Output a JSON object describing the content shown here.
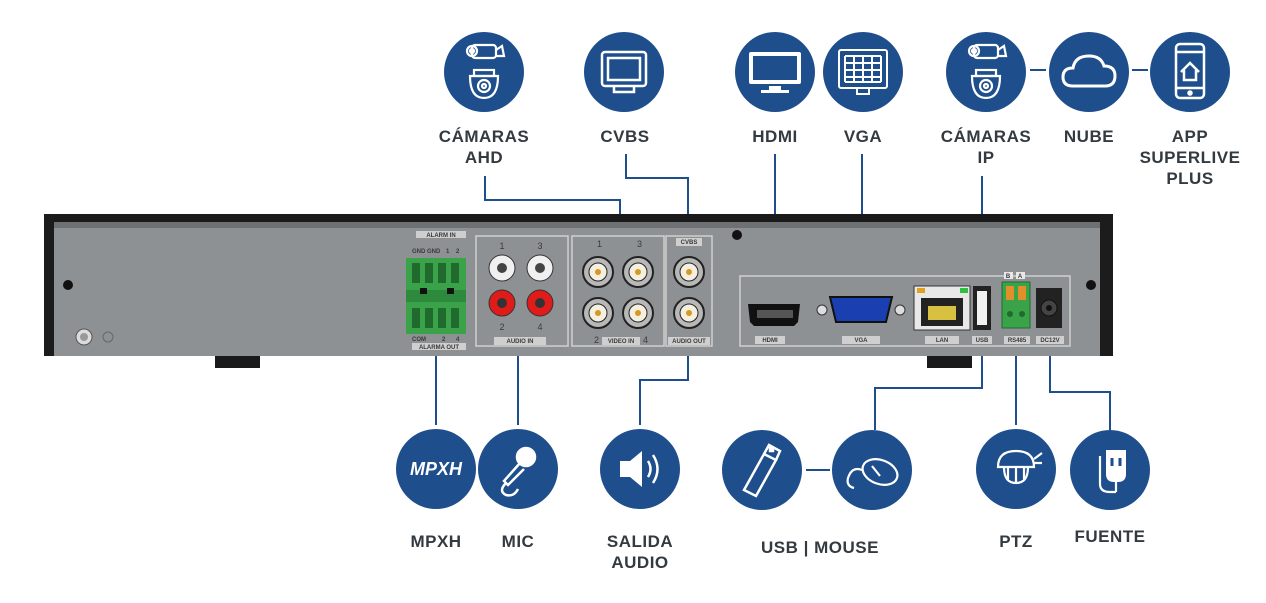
{
  "colors": {
    "icon_circle": "#1e4e8c",
    "connector_line": "#1e4e8c",
    "label_text": "#333a40",
    "panel_gray": "#8a8d90",
    "chassis_dark": "#1a1a1a"
  },
  "top_labels": {
    "camaras_ahd": [
      "CÁMARAS",
      "AHD"
    ],
    "cvbs": [
      "CVBS"
    ],
    "hdmi": [
      "HDMI"
    ],
    "vga": [
      "VGA"
    ],
    "camaras_ip": [
      "CÁMARAS",
      "IP"
    ],
    "nube": [
      "NUBE"
    ],
    "app": [
      "APP",
      "SUPERLIVE",
      "PLUS"
    ]
  },
  "bottom_labels": {
    "mpxh": [
      "MPXH"
    ],
    "mic": [
      "MIC"
    ],
    "salida_audio": [
      "SALIDA",
      "AUDIO"
    ],
    "usb_mouse": [
      "USB | MOUSE"
    ],
    "ptz": [
      "PTZ"
    ],
    "fuente": [
      "FUENTE"
    ]
  },
  "icons": {
    "camaras_ahd": "cctv-camera-icon",
    "cvbs": "crt-monitor-icon",
    "hdmi": "flat-monitor-icon",
    "vga": "grid-monitor-icon",
    "camaras_ip": "ip-camera-icon",
    "nube": "cloud-icon",
    "app": "smartphone-icon",
    "mpxh": "mpxh-logo-icon",
    "mic": "microphone-icon",
    "salida_audio": "speaker-icon",
    "usb": "usb-drive-icon",
    "mouse": "mouse-icon",
    "ptz": "ptz-camera-icon",
    "fuente": "power-adapter-icon",
    "mpxh_logo_text": "MPXH"
  },
  "panel_labels": {
    "alarm_in": "ALARM IN",
    "alarm_in_pins": [
      "GND",
      "GND",
      "1",
      "2"
    ],
    "alarma_out": "ALARMA OUT",
    "alarma_out_pins": [
      "COM",
      "",
      "2",
      "4"
    ],
    "audio_in": "AUDIO IN",
    "audio_in_numbers": [
      "1",
      "3",
      "2",
      "4"
    ],
    "video_in": "VIDEO IN",
    "video_in_numbers": [
      "1",
      "3",
      "2",
      "4"
    ],
    "cvbs": "CVBS",
    "audio_out": "AUDIO OUT",
    "hdmi": "HDMI",
    "vga": "VGA",
    "lan": "LAN",
    "usb": "USB",
    "rs485": "RS485",
    "rs485_pins": [
      "B",
      "A"
    ],
    "dc12v": "DC12V"
  }
}
